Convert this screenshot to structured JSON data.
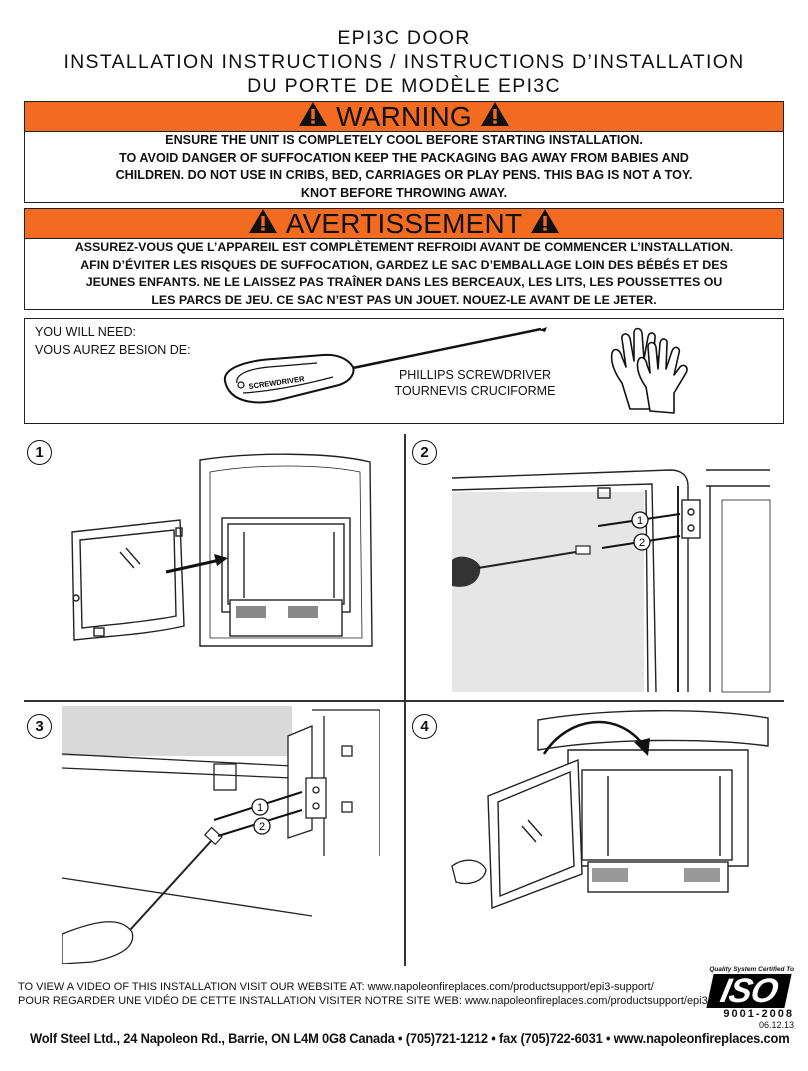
{
  "header": {
    "line1": "EPI3C DOOR",
    "line2": "INSTALLATION INSTRUCTIONS / INSTRUCTIONS D’INSTALLATION",
    "line3": "DU PORTE DE MODÈLE EPI3C"
  },
  "warning_en": {
    "title": "WARNING",
    "lines": [
      "ENSURE THE UNIT IS COMPLETELY COOL BEFORE STARTING INSTALLATION.",
      "TO AVOID DANGER OF SUFFOCATION KEEP THE PACKAGING BAG AWAY FROM BABIES AND",
      "CHILDREN. DO NOT USE IN CRIBS, BED, CARRIAGES OR PLAY PENS. THIS BAG IS NOT A TOY.",
      "KNOT BEFORE THROWING AWAY."
    ]
  },
  "warning_fr": {
    "title": "AVERTISSEMENT",
    "lines": [
      "ASSUREZ-VOUS QUE L’APPAREIL EST COMPLÈTEMENT REFROIDI AVANT DE COMMENCER L’INSTALLATION.",
      "AFIN D’ÉVITER LES RISQUES DE SUFFOCATION, GARDEZ LE SAC D’EMBALLAGE LOIN DES BÉBÉS ET DES",
      "JEUNES ENFANTS. NE LE LAISSEZ PAS TRAÎNER DANS LES BERCEAUX, LES LITS, LES POUSSETTES OU",
      "LES PARCS DE JEU. CE SAC N’EST PAS UN JOUET. NOUEZ-LE AVANT DE LE JETER."
    ]
  },
  "tools": {
    "need_en": "YOU WILL NEED:",
    "need_fr": "VOUS AUREZ BESION DE:",
    "screwdriver_handle_text": "SCREWDRIVER",
    "tool_en": "PHILLIPS SCREWDRIVER",
    "tool_fr": "TOURNEVIS CRUCIFORME"
  },
  "steps": {
    "s1": "1",
    "s2": "2",
    "s3": "3",
    "s4": "4",
    "callout1": "1",
    "callout2": "2"
  },
  "footer": {
    "video_en": "TO VIEW A VIDEO OF THIS INSTALLATION VISIT OUR WEBSITE AT: www.napoleonfireplaces.com/productsupport/epi3-support/",
    "video_fr": "POUR REGARDER UNE VIDÉO DE CETTE INSTALLATION VISITER NOTRE SITE WEB: www.napoleonfireplaces.com/productsupport/epi3-support/",
    "iso_cert": "Quality System Certified To",
    "iso_logo": "ISO",
    "iso_number": "9001-2008",
    "date": "06.12.13",
    "address": "Wolf Steel Ltd., 24 Napoleon Rd., Barrie, ON L4M 0G8 Canada  •  (705)721-1212  •  fax (705)722-6031  •   www.napoleonfireplaces.com"
  },
  "colors": {
    "banner": "#f26b21"
  }
}
